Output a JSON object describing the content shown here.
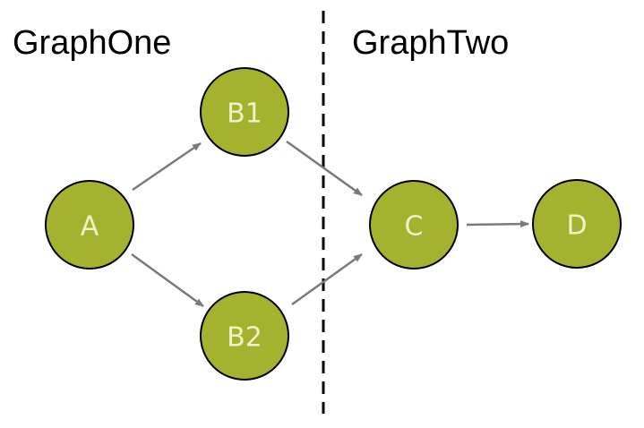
{
  "regions": {
    "left_title": "GraphOne",
    "right_title": "GraphTwo"
  },
  "nodes": {
    "a": "A",
    "b1": "B1",
    "b2": "B2",
    "c": "C",
    "d": "D"
  },
  "edges": [
    {
      "from": "A",
      "to": "B1"
    },
    {
      "from": "A",
      "to": "B2"
    },
    {
      "from": "B1",
      "to": "C"
    },
    {
      "from": "B2",
      "to": "C"
    },
    {
      "from": "C",
      "to": "D"
    }
  ],
  "colors": {
    "node_fill": "#a5b230",
    "node_stroke": "#000000",
    "node_label": "#f1f1c4",
    "edge": "#7a7a7a",
    "divider": "#000000"
  }
}
